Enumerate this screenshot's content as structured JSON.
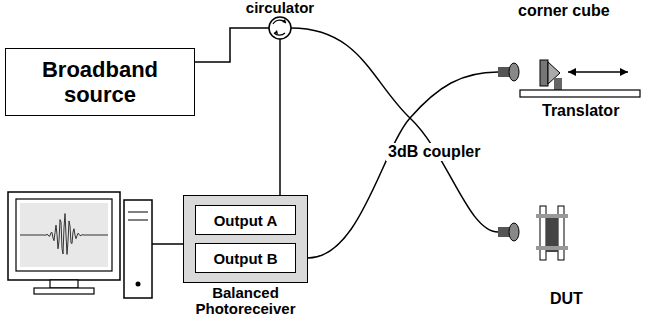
{
  "diagram": {
    "nodes": [
      {
        "text": [
          "Broadband source"
        ]
      },
      {
        "text": [
          "circulator"
        ]
      },
      {
        "text": [
          "Balanced Photoreceiver"
        ]
      },
      {
        "text": [
          "Output A"
        ],
        "in": 2
      },
      {
        "text": [
          "Output B"
        ],
        "in": 2
      }
    ],
    "edges": [
      {
        "from": 0,
        "to": 1,
        "arrow": "none"
      },
      {
        "from": 1,
        "to": 2,
        "arrow": "none"
      }
    ],
    "labels": [
      "3dB coupler",
      "corner cube",
      "Translator",
      "DUT"
    ]
  }
}
